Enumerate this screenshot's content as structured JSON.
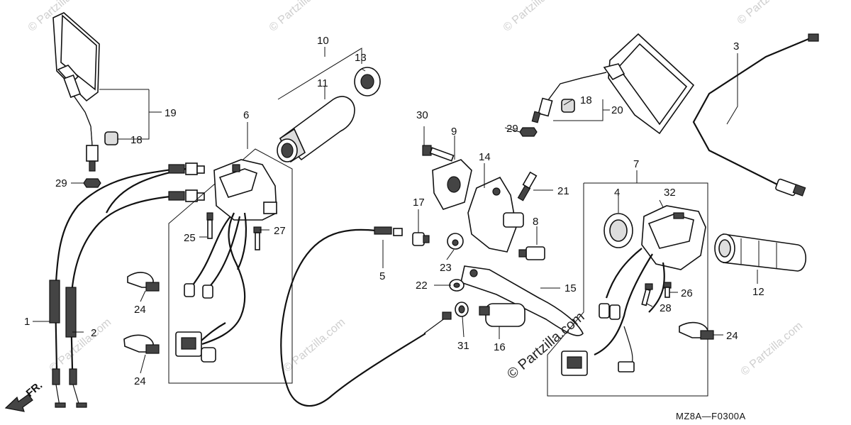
{
  "diagram_code": "MZ8A—F0300A",
  "copyright": "© Partzilla.com",
  "watermark": "© Partzilla.com",
  "front_marker": "FR.",
  "callouts": {
    "c1": "1",
    "c2": "2",
    "c3": "3",
    "c4": "4",
    "c5": "5",
    "c6": "6",
    "c7": "7",
    "c8": "8",
    "c9": "9",
    "c10": "10",
    "c11": "11",
    "c12": "12",
    "c13": "13",
    "c14": "14",
    "c15": "15",
    "c16": "16",
    "c17": "17",
    "c18a": "18",
    "c18b": "18",
    "c19": "19",
    "c20": "20",
    "c21": "21",
    "c22": "22",
    "c23": "23",
    "c24a": "24",
    "c24b": "24",
    "c24c": "24",
    "c25": "25",
    "c26": "26",
    "c27": "27",
    "c28": "28",
    "c29a": "29",
    "c29b": "29",
    "c30": "30",
    "c31": "31",
    "c32": "32"
  }
}
